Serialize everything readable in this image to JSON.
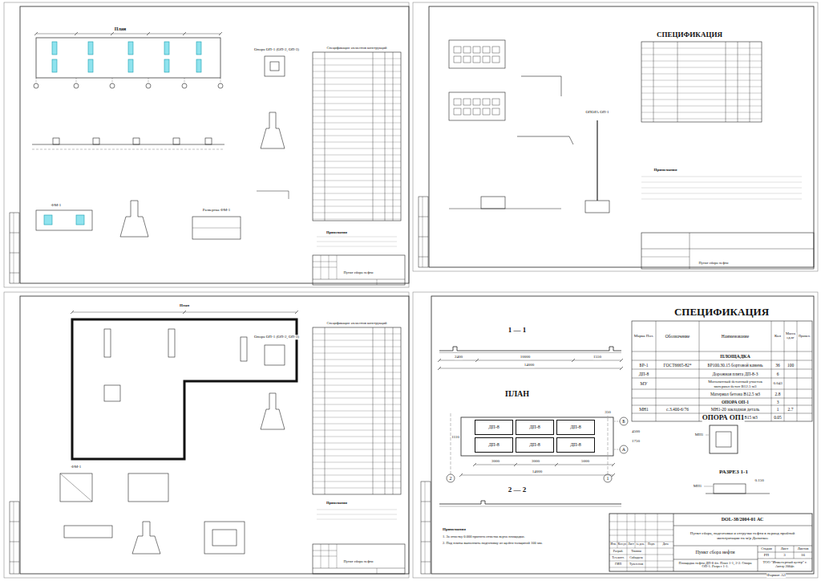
{
  "diagram": {
    "nodes": [
      {
        "text": [
          "ДП-8"
        ]
      },
      {
        "text": [
          "ДП-8"
        ]
      },
      {
        "text": [
          "ДП-8"
        ]
      },
      {
        "text": [
          "ДП-8"
        ]
      },
      {
        "text": [
          "ДП-8"
        ]
      },
      {
        "text": [
          "ДП-8"
        ]
      }
    ],
    "labels": [
      "СПЕЦИФИКАЦИЯ",
      "Марка Поз.",
      "Обозначение",
      "Наименование",
      "Кол",
      "Масса ед.кг",
      "Примеч.",
      "ПЛОЩАДКА",
      "БР-1",
      "ГОСТ6665-82*",
      "БР100.30.15 бортовой камень",
      "36",
      "100",
      "ДП-8",
      "Дорожная плита ДП-8-3",
      "6",
      "МУ",
      "Монолитный бетонный участок материал бетон В12.5 м3",
      "0.043",
      "Материал бетона В12.5 м3",
      "2.8",
      "ОПОРА ОП-1",
      "3",
      "МН1",
      "с.3.400-6/76",
      "МН1-20 закладная деталь",
      "1",
      "2.7",
      "Материал бетон В15 м3",
      "0.05",
      "1 — 1",
      "2400",
      "10000",
      "1550",
      "14000",
      "ПЛАН",
      "3000",
      "3000",
      "5000",
      "14000",
      "2",
      "1",
      "А",
      "Б",
      "4500",
      "1750",
      "350",
      "1110",
      "2 — 2",
      "ОПОРА ОП1",
      "РАЗРЕЗ 1-1",
      "МН1",
      "МН1",
      "0.150",
      "Примечания",
      "1. За отметку 0.000 принята отметка верха площадки.",
      "2. Под плиты выполнить подготовку из щебня толщиной 100 мм.",
      "DOL-38/2004-01 АС",
      "Пункт сбора, подготовки и отгрузки нефти в период пробной эксплуатации на м/р Доланкое",
      "Пункт сбора нефти",
      "Стадия",
      "Лист",
      "Листов",
      "РП",
      "3",
      "16",
      "Площадка нефти ДП-8 бл. План 1-1, 2-2. Опора ОП-1. Разрез 1-1.",
      "ТОО \"Инженерный центр\" г. Актау 2004г.",
      "Изм.",
      "Кол.уч",
      "Лист",
      "№ док.",
      "Подп.",
      "Дата",
      "Разраб.",
      "Тюлюм",
      "Тех.конт.",
      "Сабыдаха",
      "ГИП",
      "Тулегенов",
      "Формат А3",
      "План",
      "Опора ОП-1 (ОП-2, ОП-3)",
      "Спецификация элементов конструкций",
      "Примечания",
      "Пункт сбора нефти",
      "ФМ-1",
      "Развертка ФМ-1",
      "СПЕЦИФИКАЦИЯ",
      "Примечания",
      "ОПОРА ОП-1",
      "Пункт сбора нефти",
      "План",
      "Спецификация элементов конструкций",
      "Примечания",
      "Пункт сбора нефти",
      "ФМ-1",
      "Опора ОП-1 (ОП-2, ОП-3)"
    ]
  }
}
